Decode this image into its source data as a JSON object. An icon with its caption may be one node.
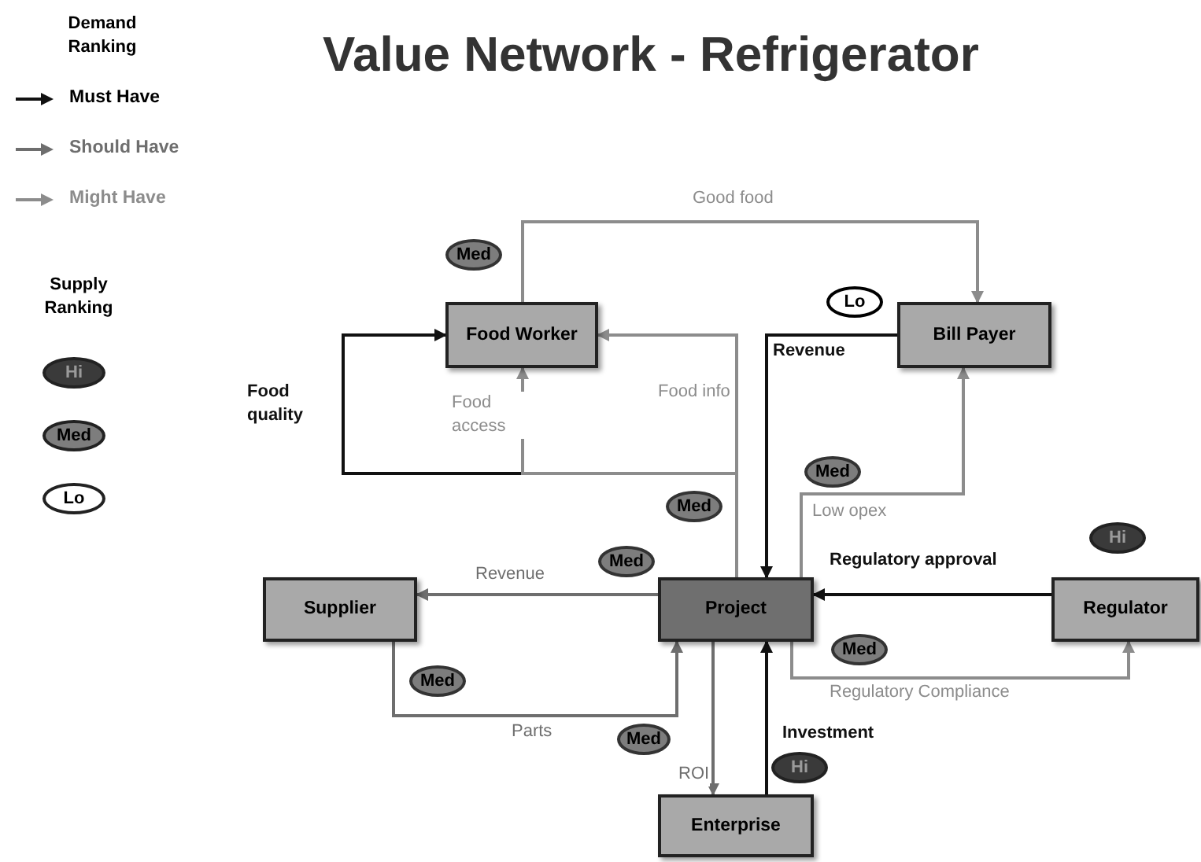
{
  "diagram": {
    "title": "Value Network - Refrigerator",
    "nodes": [
      {
        "text": [
          "Med"
        ]
      },
      {
        "text": [
          "Food Worker"
        ]
      },
      {
        "text": [
          "Lo"
        ]
      },
      {
        "text": [
          "Bill Payer"
        ]
      },
      {
        "text": [
          "Med"
        ]
      },
      {
        "text": [
          "Med"
        ]
      },
      {
        "text": [
          "Hi"
        ]
      },
      {
        "text": [
          "Med"
        ]
      },
      {
        "text": [
          "Supplier"
        ]
      },
      {
        "text": [
          "Project"
        ]
      },
      {
        "text": [
          "Regulator"
        ]
      },
      {
        "text": [
          "Med"
        ]
      },
      {
        "text": [
          "Med"
        ]
      },
      {
        "text": [
          "Med"
        ]
      },
      {
        "text": [
          "Hi"
        ]
      },
      {
        "text": [
          "Enterprise"
        ]
      }
    ],
    "edges": [
      {
        "from": 1,
        "to": 3,
        "arrow": "to",
        "label": "Good food",
        "color": "#8c8c8c"
      },
      {
        "from": 9,
        "to": 1,
        "arrow": "to",
        "label": "Food quality",
        "color": "#111111"
      },
      {
        "from": 9,
        "to": 1,
        "arrow": "to",
        "label": "Food access",
        "color": "#8c8c8c"
      },
      {
        "from": 9,
        "to": 1,
        "arrow": "to",
        "label": "Food info",
        "color": "#8c8c8c"
      },
      {
        "from": 3,
        "to": 9,
        "arrow": "to",
        "label": "Revenue",
        "color": "#111111"
      },
      {
        "from": 9,
        "to": 3,
        "arrow": "to",
        "label": "Low opex",
        "color": "#8c8c8c"
      },
      {
        "from": 10,
        "to": 9,
        "arrow": "to",
        "label": "Regulatory approval",
        "color": "#111111"
      },
      {
        "from": 9,
        "to": 10,
        "arrow": "to",
        "label": "Regulatory Compliance",
        "color": "#8c8c8c"
      },
      {
        "from": 9,
        "to": 8,
        "arrow": "to",
        "label": "Revenue",
        "color": "#6e6e6e"
      },
      {
        "from": 8,
        "to": 9,
        "arrow": "to",
        "label": "Parts",
        "color": "#6e6e6e"
      },
      {
        "from": 9,
        "to": 15,
        "arrow": "to",
        "label": "ROI",
        "color": "#6e6e6e"
      },
      {
        "from": 15,
        "to": 9,
        "arrow": "to",
        "label": "Investment",
        "color": "#111111"
      }
    ],
    "labels": [
      "Demand Ranking",
      "Supply Ranking"
    ],
    "legend": [
      {
        "text": "Must Have"
      },
      {
        "text": "Should Have"
      },
      {
        "text": "Might Have"
      },
      {
        "text": "Hi",
        "color": "#3a3a3a"
      },
      {
        "text": "Med",
        "color": "#7d7d7d"
      },
      {
        "text": "Lo",
        "color": "#ffffff"
      }
    ]
  }
}
